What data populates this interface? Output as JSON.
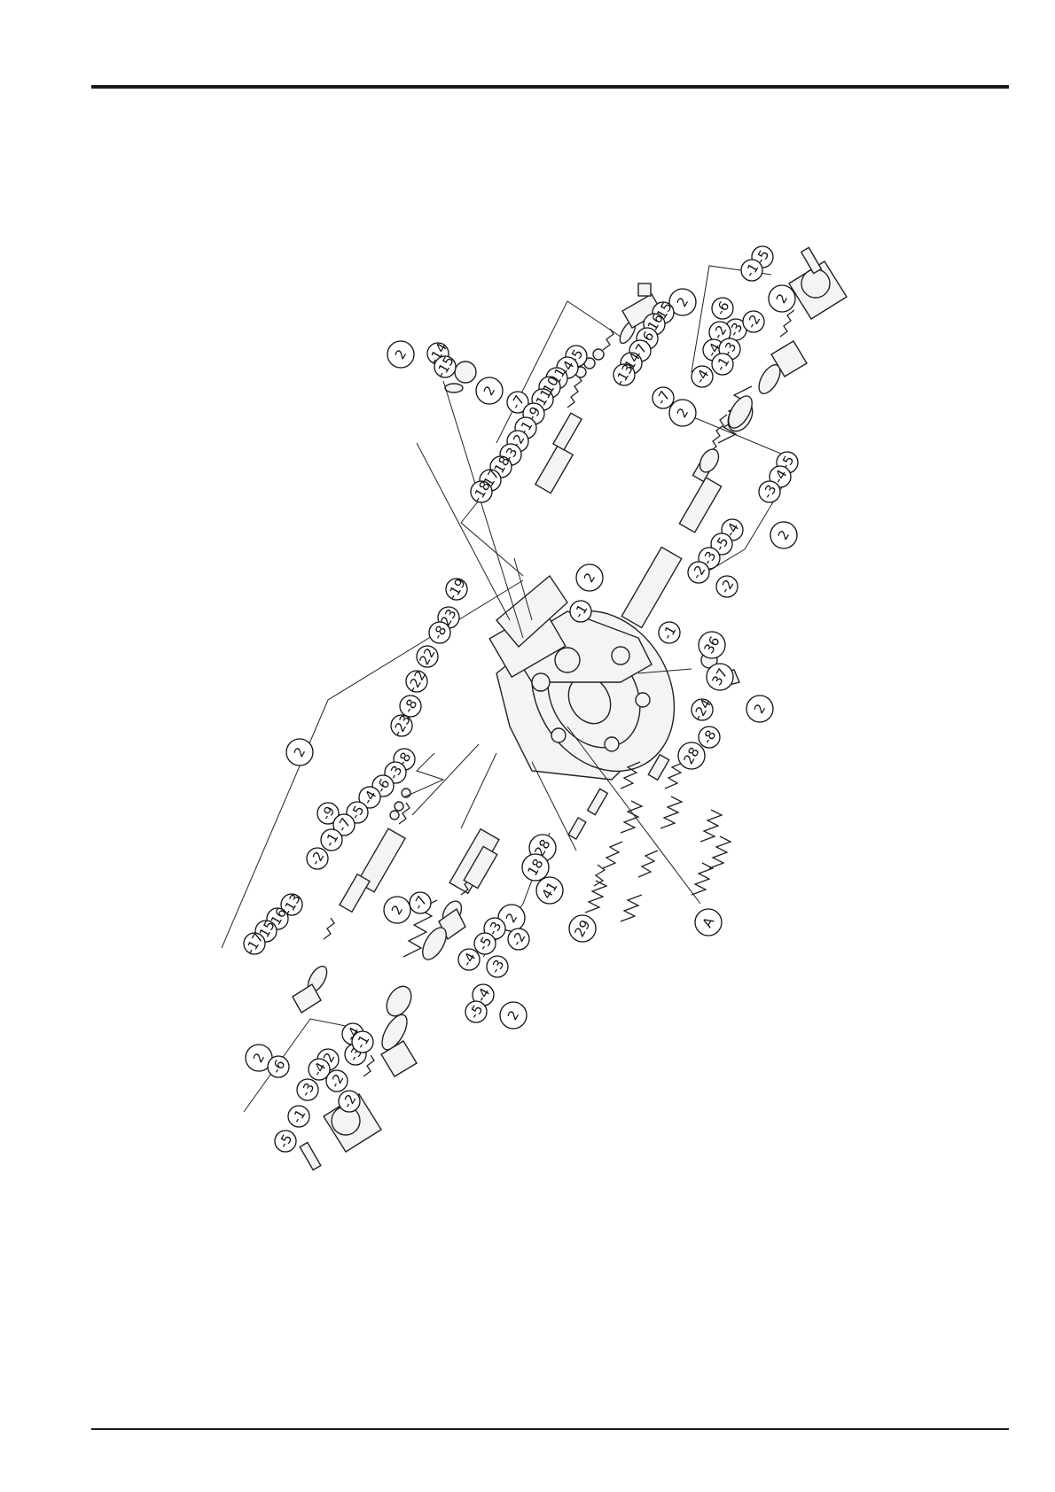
{
  "page": {
    "top_rule": "solid",
    "bottom_rule": "solid"
  },
  "diagram": {
    "subject": "exploded parts view of hydraulic valve block with spools, springs and covers",
    "callouts": [
      {
        "id": "c1",
        "label": "2"
      },
      {
        "id": "c2",
        "label": "-14"
      },
      {
        "id": "c3",
        "label": "-15"
      },
      {
        "id": "c4",
        "label": "2"
      },
      {
        "id": "c5",
        "label": "-7"
      },
      {
        "id": "c6",
        "label": "-5"
      },
      {
        "id": "c7",
        "label": "-4"
      },
      {
        "id": "c8",
        "label": "-11"
      },
      {
        "id": "c9",
        "label": "-10"
      },
      {
        "id": "c10",
        "label": "-11"
      },
      {
        "id": "c11",
        "label": "-9"
      },
      {
        "id": "c12",
        "label": "-1"
      },
      {
        "id": "c13",
        "label": "-2"
      },
      {
        "id": "c14",
        "label": "-3"
      },
      {
        "id": "c15",
        "label": "-18"
      },
      {
        "id": "c16",
        "label": "-17"
      },
      {
        "id": "c17",
        "label": "-18"
      },
      {
        "id": "c18",
        "label": "2"
      },
      {
        "id": "c19",
        "label": "-15"
      },
      {
        "id": "c20",
        "label": "-16"
      },
      {
        "id": "c21",
        "label": "-6"
      },
      {
        "id": "c22",
        "label": "-7"
      },
      {
        "id": "c23",
        "label": "-14"
      },
      {
        "id": "c24",
        "label": "-13"
      },
      {
        "id": "c25",
        "label": "-7"
      },
      {
        "id": "c26",
        "label": "2"
      },
      {
        "id": "c27",
        "label": "2"
      },
      {
        "id": "c28",
        "label": "-5"
      },
      {
        "id": "c29",
        "label": "-1"
      },
      {
        "id": "c30",
        "label": "-6"
      },
      {
        "id": "c31",
        "label": "-3"
      },
      {
        "id": "c32",
        "label": "-2"
      },
      {
        "id": "c33",
        "label": "-4"
      },
      {
        "id": "c34",
        "label": "-3"
      },
      {
        "id": "c35",
        "label": "-1"
      },
      {
        "id": "c36",
        "label": "-2"
      },
      {
        "id": "c37",
        "label": "-4"
      },
      {
        "id": "c38",
        "label": "-5"
      },
      {
        "id": "c39",
        "label": "-4"
      },
      {
        "id": "c40",
        "label": "-3"
      },
      {
        "id": "c41",
        "label": "2"
      },
      {
        "id": "c42",
        "label": "-4"
      },
      {
        "id": "c43",
        "label": "-5"
      },
      {
        "id": "c44",
        "label": "-3"
      },
      {
        "id": "c45",
        "label": "-2"
      },
      {
        "id": "c46",
        "label": "-2"
      },
      {
        "id": "c47",
        "label": "-1"
      },
      {
        "id": "c48",
        "label": "2"
      },
      {
        "id": "c49",
        "label": "-1"
      },
      {
        "id": "c50",
        "label": "-19"
      },
      {
        "id": "c51",
        "label": "23"
      },
      {
        "id": "c52",
        "label": "-8"
      },
      {
        "id": "c53",
        "label": "22"
      },
      {
        "id": "c54",
        "label": "-22"
      },
      {
        "id": "c55",
        "label": "-8"
      },
      {
        "id": "c56",
        "label": "-23"
      },
      {
        "id": "c57",
        "label": "36"
      },
      {
        "id": "c58",
        "label": "37"
      },
      {
        "id": "c59",
        "label": "-24"
      },
      {
        "id": "c60",
        "label": "2"
      },
      {
        "id": "c61",
        "label": "-8"
      },
      {
        "id": "c62",
        "label": "28"
      },
      {
        "id": "c63",
        "label": "2"
      },
      {
        "id": "c64",
        "label": "-9"
      },
      {
        "id": "c65",
        "label": "-8"
      },
      {
        "id": "c66",
        "label": "-3"
      },
      {
        "id": "c67",
        "label": "-6"
      },
      {
        "id": "c68",
        "label": "-4"
      },
      {
        "id": "c69",
        "label": "-5"
      },
      {
        "id": "c70",
        "label": "-7"
      },
      {
        "id": "c71",
        "label": "-1"
      },
      {
        "id": "c72",
        "label": "-2"
      },
      {
        "id": "c73",
        "label": "-13"
      },
      {
        "id": "c74",
        "label": "-16"
      },
      {
        "id": "c75",
        "label": "-15"
      },
      {
        "id": "c76",
        "label": "-17"
      },
      {
        "id": "c77",
        "label": "28"
      },
      {
        "id": "c78",
        "label": "18"
      },
      {
        "id": "c79",
        "label": "41"
      },
      {
        "id": "c80",
        "label": "29"
      },
      {
        "id": "c81",
        "label": "A"
      },
      {
        "id": "c82",
        "label": "2"
      },
      {
        "id": "c83",
        "label": "-7"
      },
      {
        "id": "c84",
        "label": "2"
      },
      {
        "id": "c85",
        "label": "-3"
      },
      {
        "id": "c86",
        "label": "-5"
      },
      {
        "id": "c87",
        "label": "-2"
      },
      {
        "id": "c88",
        "label": "-4"
      },
      {
        "id": "c89",
        "label": "-3"
      },
      {
        "id": "c90",
        "label": "2"
      },
      {
        "id": "c91",
        "label": "-4"
      },
      {
        "id": "c92",
        "label": "-5"
      },
      {
        "id": "c93",
        "label": "-4"
      },
      {
        "id": "c94",
        "label": "2"
      },
      {
        "id": "c95",
        "label": "-6"
      },
      {
        "id": "c96",
        "label": "-2"
      },
      {
        "id": "c97",
        "label": "-4"
      },
      {
        "id": "c98",
        "label": "-3"
      },
      {
        "id": "c99",
        "label": "-1"
      },
      {
        "id": "c100",
        "label": "-2"
      },
      {
        "id": "c101",
        "label": "-3"
      },
      {
        "id": "c102",
        "label": "-1"
      },
      {
        "id": "c103",
        "label": "-5"
      },
      {
        "id": "c104",
        "label": "-2"
      }
    ]
  }
}
